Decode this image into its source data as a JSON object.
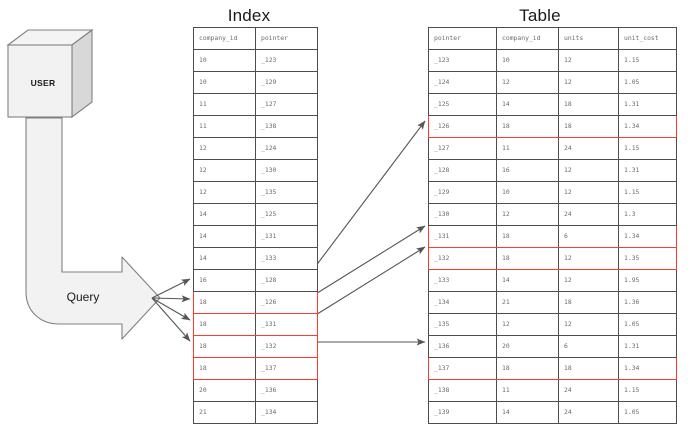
{
  "diagram": {
    "actor": {
      "label": "USER",
      "shape": "3d-cube"
    },
    "flow": {
      "label": "Query",
      "shape": "bent-block-arrow"
    },
    "highlight_color": "#ff3b30",
    "fill_color": "#f2f2f2",
    "stroke_color": "#808080",
    "grid_color": "#4d4d4d"
  },
  "index": {
    "title": "Index",
    "columns": [
      "company_id",
      "pointer"
    ],
    "rows": [
      {
        "company_id": "10",
        "pointer": "_123",
        "highlight": false
      },
      {
        "company_id": "10",
        "pointer": "_129",
        "highlight": false
      },
      {
        "company_id": "11",
        "pointer": "_127",
        "highlight": false
      },
      {
        "company_id": "11",
        "pointer": "_138",
        "highlight": false
      },
      {
        "company_id": "12",
        "pointer": "_124",
        "highlight": false
      },
      {
        "company_id": "12",
        "pointer": "_130",
        "highlight": false
      },
      {
        "company_id": "12",
        "pointer": "_135",
        "highlight": false
      },
      {
        "company_id": "14",
        "pointer": "_125",
        "highlight": false
      },
      {
        "company_id": "14",
        "pointer": "_131",
        "highlight": false
      },
      {
        "company_id": "14",
        "pointer": "_133",
        "highlight": false
      },
      {
        "company_id": "16",
        "pointer": "_128",
        "highlight": false
      },
      {
        "company_id": "18",
        "pointer": "_126",
        "highlight": true
      },
      {
        "company_id": "18",
        "pointer": "_131",
        "highlight": true
      },
      {
        "company_id": "18",
        "pointer": "_132",
        "highlight": true
      },
      {
        "company_id": "18",
        "pointer": "_137",
        "highlight": true
      },
      {
        "company_id": "20",
        "pointer": "_136",
        "highlight": false
      },
      {
        "company_id": "21",
        "pointer": "_134",
        "highlight": false
      }
    ]
  },
  "table": {
    "title": "Table",
    "columns": [
      "pointer",
      "company_id",
      "units",
      "unit_cost"
    ],
    "rows": [
      {
        "pointer": "_123",
        "company_id": "10",
        "units": "12",
        "unit_cost": "1.15",
        "highlight": false
      },
      {
        "pointer": "_124",
        "company_id": "12",
        "units": "12",
        "unit_cost": "1.05",
        "highlight": false
      },
      {
        "pointer": "_125",
        "company_id": "14",
        "units": "18",
        "unit_cost": "1.31",
        "highlight": false
      },
      {
        "pointer": "_126",
        "company_id": "18",
        "units": "18",
        "unit_cost": "1.34",
        "highlight": true
      },
      {
        "pointer": "_127",
        "company_id": "11",
        "units": "24",
        "unit_cost": "1.15",
        "highlight": false
      },
      {
        "pointer": "_128",
        "company_id": "16",
        "units": "12",
        "unit_cost": "1.31",
        "highlight": false
      },
      {
        "pointer": "_129",
        "company_id": "10",
        "units": "12",
        "unit_cost": "1.15",
        "highlight": false
      },
      {
        "pointer": "_130",
        "company_id": "12",
        "units": "24",
        "unit_cost": "1.3",
        "highlight": false
      },
      {
        "pointer": "_131",
        "company_id": "18",
        "units": "6",
        "unit_cost": "1.34",
        "highlight": true
      },
      {
        "pointer": "_132",
        "company_id": "18",
        "units": "12",
        "unit_cost": "1.35",
        "highlight": true
      },
      {
        "pointer": "_133",
        "company_id": "14",
        "units": "12",
        "unit_cost": "1.95",
        "highlight": false
      },
      {
        "pointer": "_134",
        "company_id": "21",
        "units": "18",
        "unit_cost": "1.36",
        "highlight": false
      },
      {
        "pointer": "_135",
        "company_id": "12",
        "units": "12",
        "unit_cost": "1.05",
        "highlight": false
      },
      {
        "pointer": "_136",
        "company_id": "20",
        "units": "6",
        "unit_cost": "1.31",
        "highlight": false
      },
      {
        "pointer": "_137",
        "company_id": "18",
        "units": "18",
        "unit_cost": "1.34",
        "highlight": true
      },
      {
        "pointer": "_138",
        "company_id": "11",
        "units": "24",
        "unit_cost": "1.15",
        "highlight": false
      },
      {
        "pointer": "_139",
        "company_id": "14",
        "units": "24",
        "unit_cost": "1.05",
        "highlight": false
      }
    ]
  }
}
